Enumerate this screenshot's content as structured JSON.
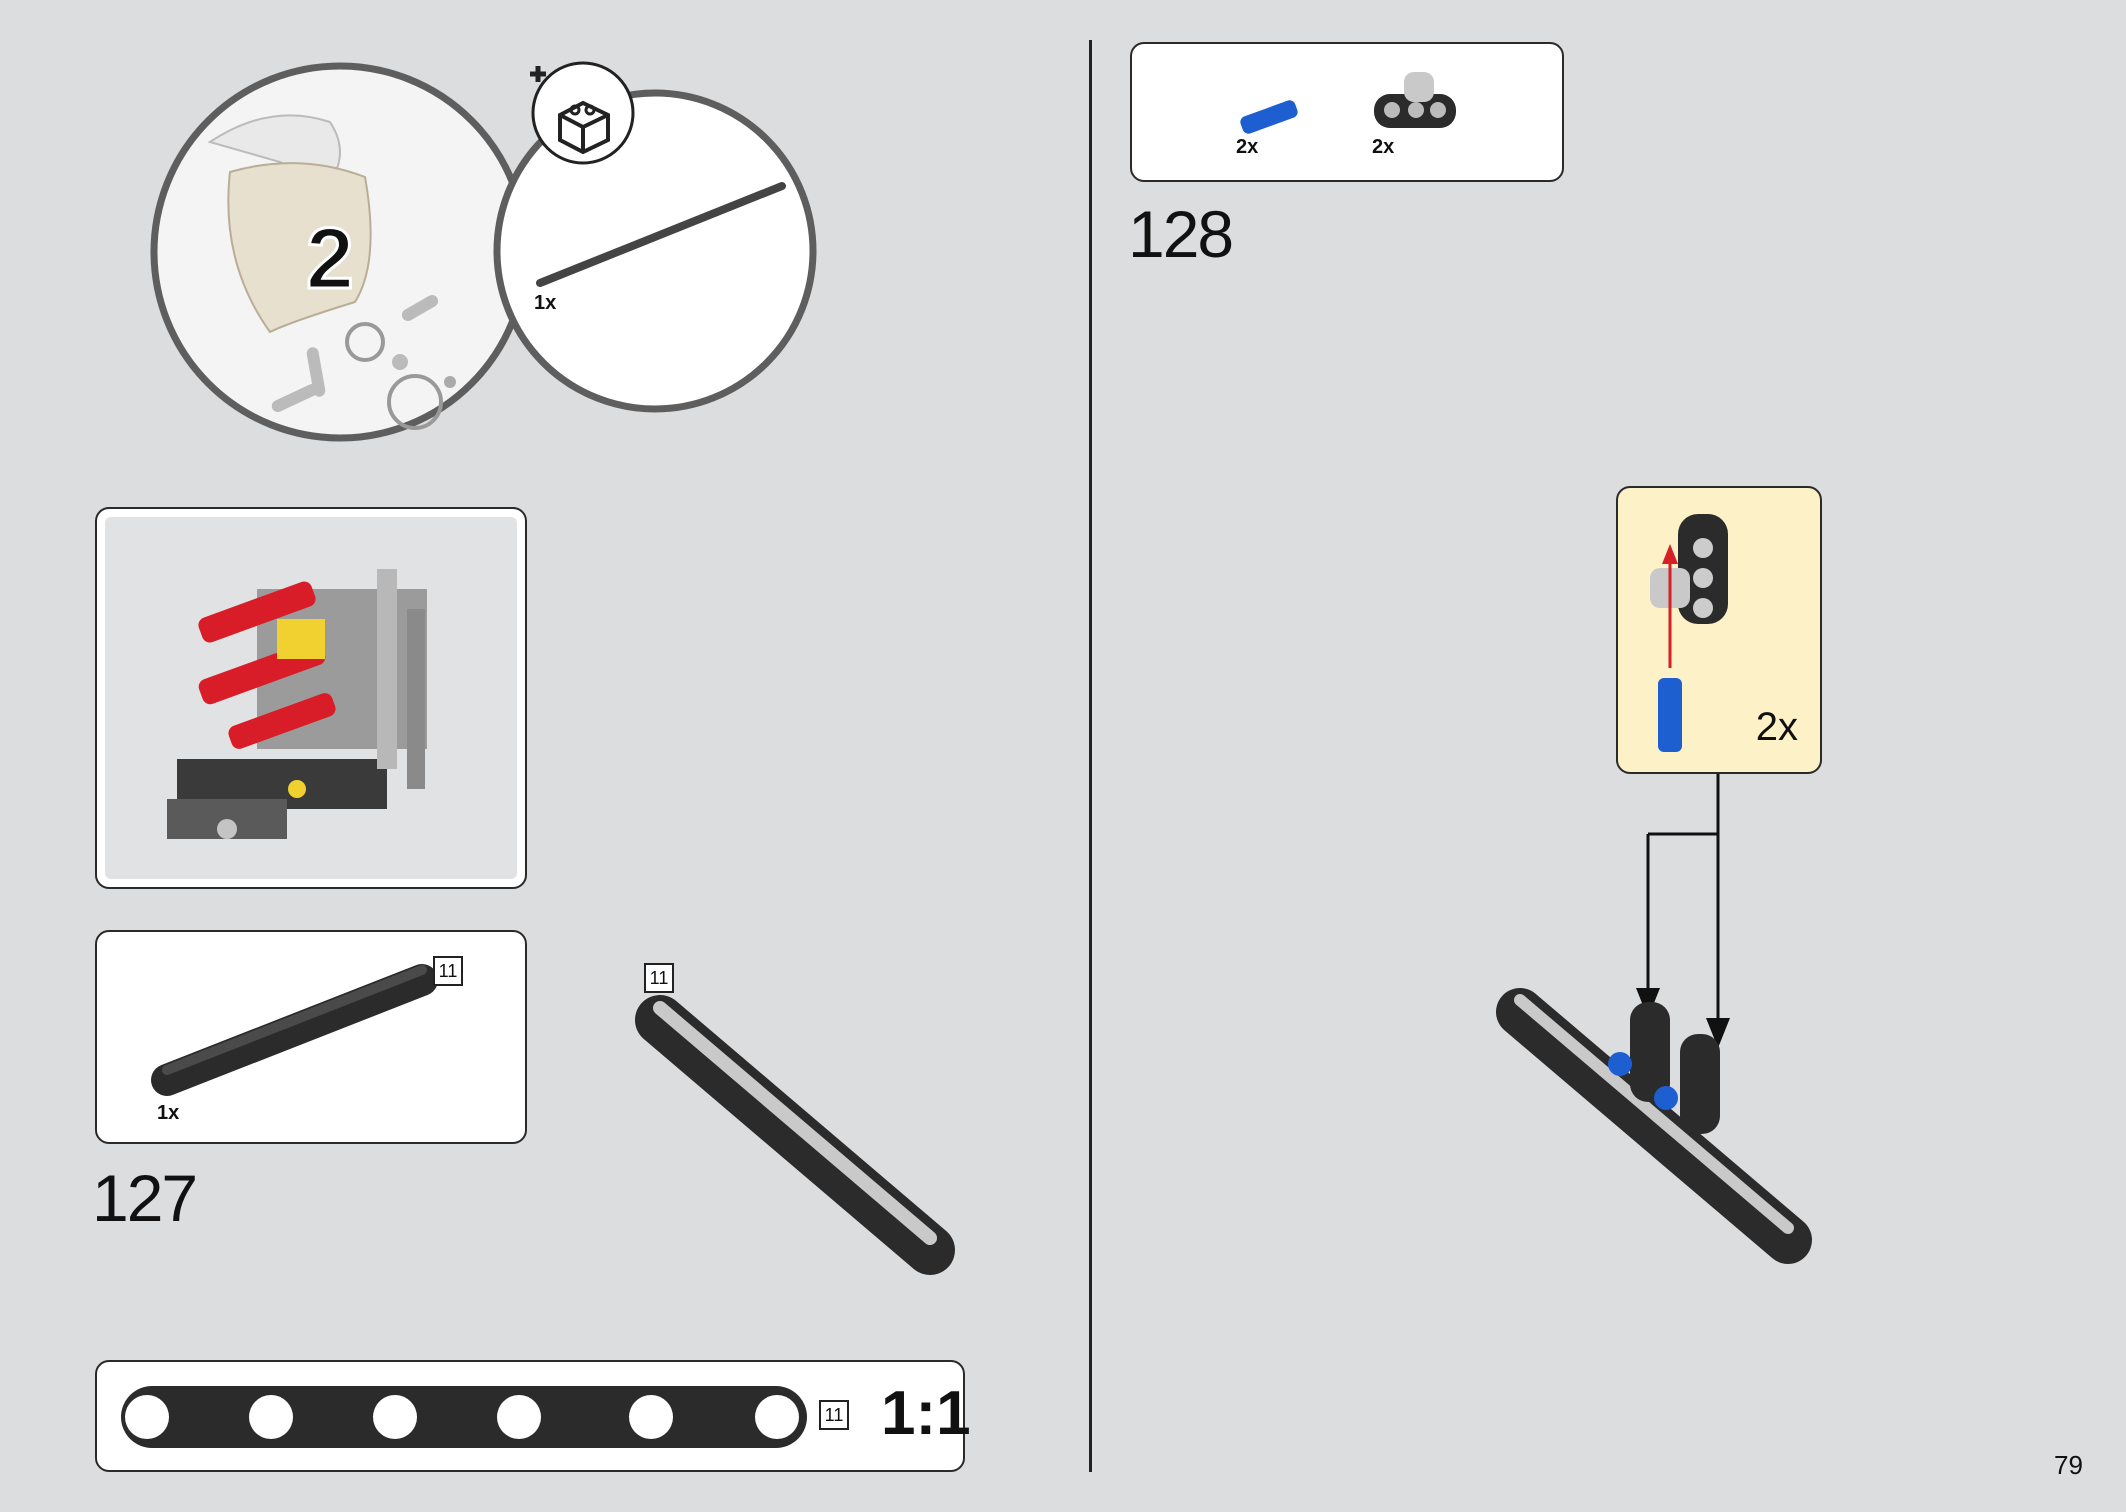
{
  "bag_callout": {
    "bag_number": "2",
    "part_qty": "1x"
  },
  "step_127": {
    "number": "127",
    "parts": [
      {
        "qty": "1x",
        "length_tag": "11"
      }
    ],
    "model_length_tag": "11"
  },
  "scale_bar": {
    "length_tag": "11",
    "ratio": "1:1"
  },
  "step_128": {
    "number": "128",
    "parts": [
      {
        "qty": "2x"
      },
      {
        "qty": "2x"
      }
    ],
    "sub_assembly_qty": "2x"
  },
  "page": {
    "number": "79"
  },
  "colors": {
    "background": "#dcdddf",
    "panel": "#ffffff",
    "callout": "#fdf1c8",
    "beam": "#2b2b2b",
    "pin_blue": "#1d5fd0",
    "red": "#d61f26"
  }
}
